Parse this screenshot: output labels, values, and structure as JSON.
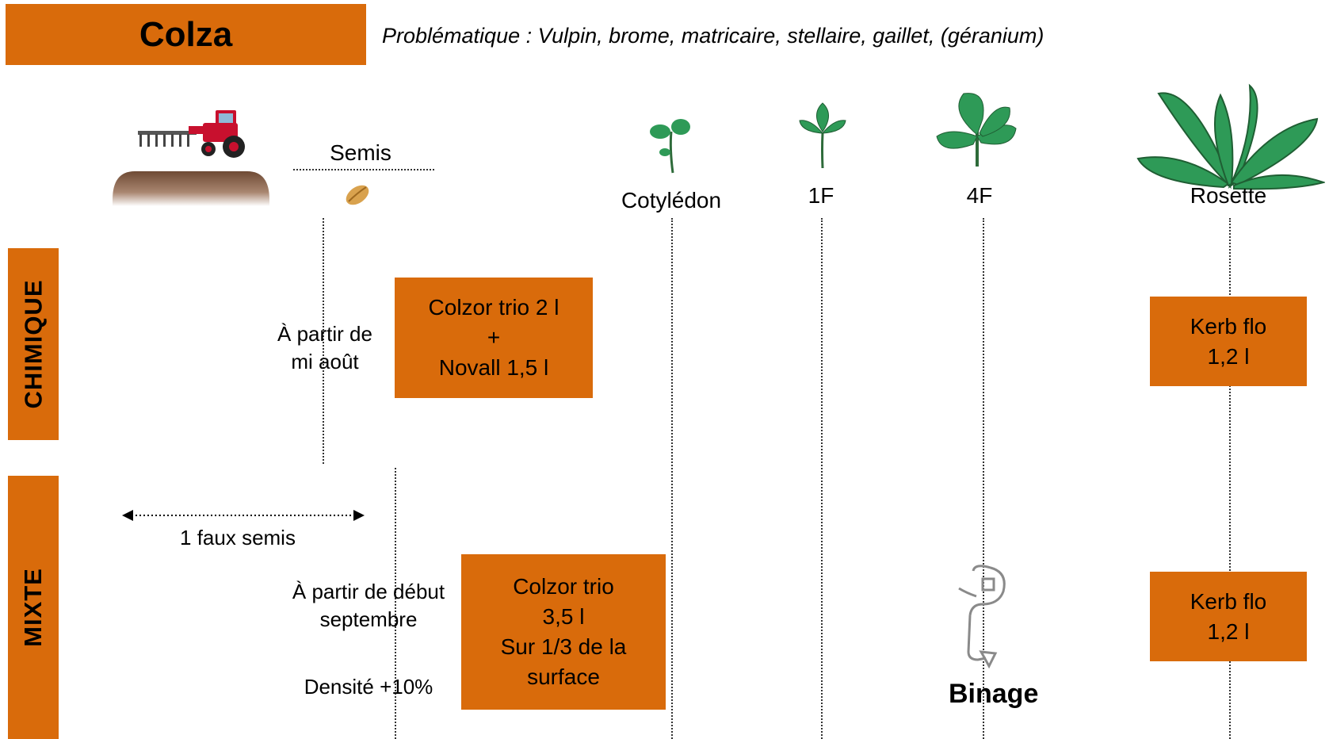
{
  "header": {
    "title": "Colza",
    "subtitle": "Problématique : Vulpin, brome, matricaire, stellaire, gaillet, (géranium)"
  },
  "rows": {
    "chimique_label": "CHIMIQUE",
    "mixte_label": "MIXTE"
  },
  "stages": {
    "semis": "Semis",
    "cotyledon": "Cotylédon",
    "f1": "1F",
    "f4": "4F",
    "rosette": "Rosette"
  },
  "chimique": {
    "timing_line1": "À partir de",
    "timing_line2": "mi août",
    "treatment1_line1": "Colzor trio 2 l",
    "treatment1_line2": "+",
    "treatment1_line3": "Novall 1,5 l",
    "treatment2_line1": "Kerb flo",
    "treatment2_line2": "1,2 l"
  },
  "mixte": {
    "faux_semis": "1 faux semis",
    "timing_line1": "À partir de début",
    "timing_line2": "septembre",
    "density": "Densité +10%",
    "treatment1_line1": "Colzor trio",
    "treatment1_line2": "3,5 l",
    "treatment1_line3": "Sur 1/3 de la",
    "treatment1_line4": "surface",
    "binage": "Binage",
    "treatment2_line1": "Kerb flo",
    "treatment2_line2": "1,2 l"
  },
  "colors": {
    "accent_orange": "#d96b0b",
    "plant_green": "#2e9a57",
    "tractor_red": "#c8102e",
    "soil_brown": "#6e4a34"
  },
  "icons": [
    "tractor-icon",
    "soil-icon",
    "seed-icon",
    "cotyledon-plant-icon",
    "one-leaf-plant-icon",
    "four-leaf-plant-icon",
    "rosette-plant-icon",
    "hoe-tool-icon"
  ]
}
